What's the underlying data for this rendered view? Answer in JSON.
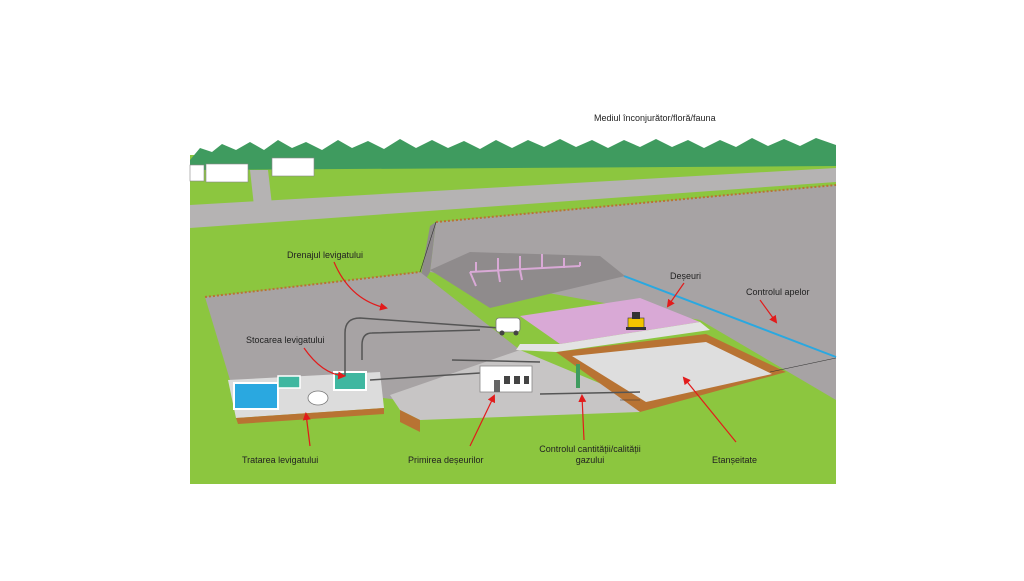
{
  "diagram": {
    "labels": {
      "environment": "Mediul înconjurător/floră/fauna",
      "leachate_drainage": "Drenajul levigatului",
      "waste": "Deșeuri",
      "water_control": "Controlul apelor",
      "leachate_storage": "Stocarea levigatului",
      "leachate_treatment": "Tratarea levigatului",
      "waste_reception": "Primirea deșeurilor",
      "gas_control_line1": "Controlul cantității/calității",
      "gas_control_line2": "gazului",
      "sealing": "Etanșeitate"
    },
    "colors": {
      "grass": "#8cc63f",
      "trees": "#3f9b5f",
      "ground": "#a7a3a4",
      "soil": "#b87333",
      "waste": "#d9a9d6",
      "water": "#2aa8e0",
      "pipe": "#555555",
      "arrow": "#e21b1b"
    }
  }
}
